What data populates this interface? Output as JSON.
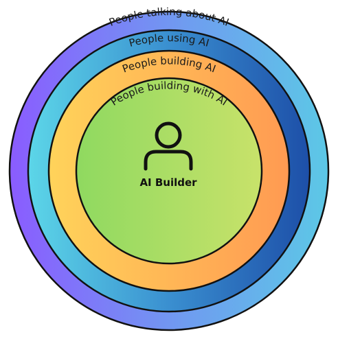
{
  "rings": [
    {
      "label": "People talking about AI"
    },
    {
      "label": "People using AI"
    },
    {
      "label": "People building AI"
    },
    {
      "label": "People building with AI"
    }
  ],
  "center": {
    "label": "AI Builder",
    "icon": "person-icon"
  },
  "colors": {
    "outer_purple": "#8a5cff",
    "outer_blue": "#5cc8e6",
    "second_cyan": "#5cd6e8",
    "second_blue": "#1d4fa8",
    "third_yellow": "#ffd35a",
    "third_orange": "#ff9a52",
    "inner_green": "#8fd960",
    "inner_yellow_green": "#c8e26a",
    "outline": "#111111"
  }
}
